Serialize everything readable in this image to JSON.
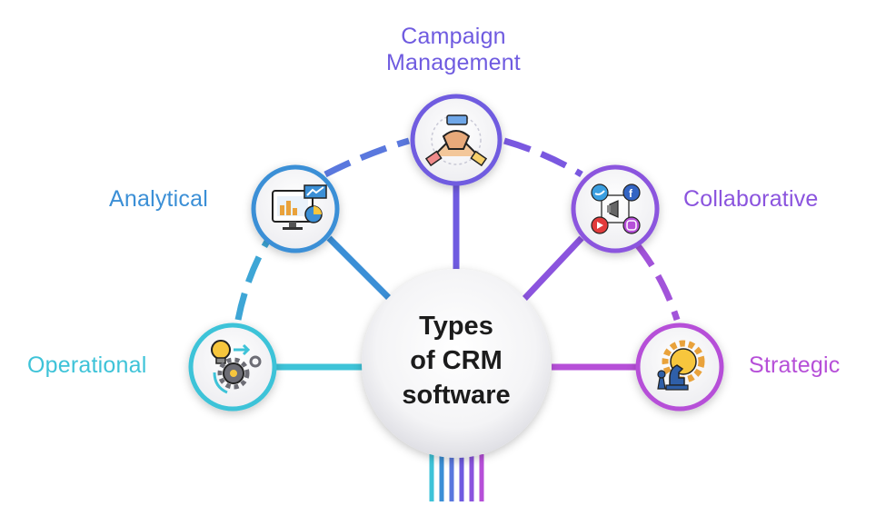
{
  "center": {
    "line1": "Types",
    "line2": "of CRM",
    "line3": "software"
  },
  "nodes": [
    {
      "id": "operational",
      "label": "Operational",
      "color": "#3ec3d8",
      "icon": "gear-lightbulb-icon"
    },
    {
      "id": "analytical",
      "label": "Analytical",
      "color": "#3b8fd6",
      "icon": "monitor-chart-icon"
    },
    {
      "id": "campaign",
      "label_line1": "Campaign",
      "label_line2": "Management",
      "color": "#6f5be0",
      "icon": "hands-together-icon"
    },
    {
      "id": "collaborative",
      "label": "Collaborative",
      "color": "#8b54de",
      "icon": "social-media-icon"
    },
    {
      "id": "strategic",
      "label": "Strategic",
      "color": "#b64fd8",
      "icon": "strategy-gear-chess-icon"
    }
  ]
}
